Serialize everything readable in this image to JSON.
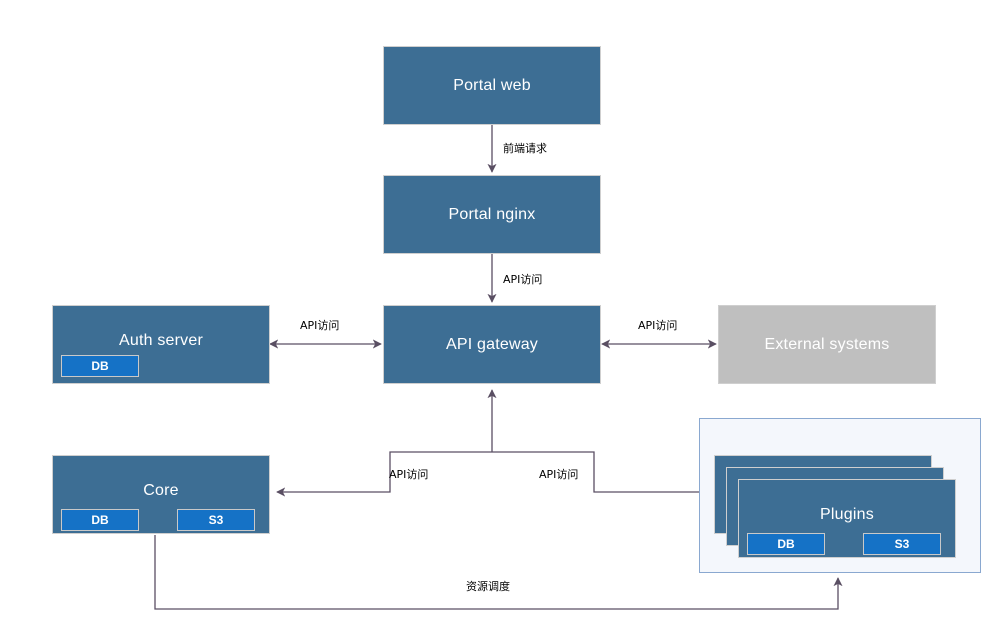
{
  "diagram": {
    "title": "System architecture flow diagram",
    "colors": {
      "node_fill": "#3d6e94",
      "node_border": "#cfcfcf",
      "external_fill": "#bfbfbf",
      "badge_fill": "#1572c6",
      "group_border": "#8aa8d0",
      "group_fill": "#f4f7fc",
      "edge_stroke": "#5a4f63",
      "background": "#ffffff"
    },
    "nodes": [
      {
        "id": "portal_web",
        "label": "Portal web"
      },
      {
        "id": "portal_nginx",
        "label": "Portal nginx"
      },
      {
        "id": "api_gateway",
        "label": "API gateway"
      },
      {
        "id": "auth_server",
        "label": "Auth server"
      },
      {
        "id": "external_systems",
        "label": "External systems"
      },
      {
        "id": "core",
        "label": "Core"
      },
      {
        "id": "plugins",
        "label": "Plugins"
      }
    ],
    "badges": {
      "auth_db": "DB",
      "core_db": "DB",
      "core_s3": "S3",
      "plugins_db": "DB",
      "plugins_s3": "S3"
    },
    "edges": [
      {
        "id": "web_to_nginx",
        "label": "前端请求",
        "from": "portal_web",
        "to": "portal_nginx",
        "direction": "one-way"
      },
      {
        "id": "nginx_to_gateway",
        "label": "API访问",
        "from": "portal_nginx",
        "to": "api_gateway",
        "direction": "one-way"
      },
      {
        "id": "auth_to_gateway",
        "label": "API访问",
        "from": "auth_server",
        "to": "api_gateway",
        "direction": "two-way"
      },
      {
        "id": "gateway_to_external",
        "label": "API访问",
        "from": "api_gateway",
        "to": "external_systems",
        "direction": "two-way"
      },
      {
        "id": "gateway_to_core",
        "label": "API访问",
        "from": "api_gateway",
        "to": "core",
        "direction": "one-way"
      },
      {
        "id": "gateway_to_plugins",
        "label": "API访问",
        "from": "api_gateway",
        "to": "plugins",
        "direction": "one-way"
      },
      {
        "id": "core_to_plugins",
        "label": "资源调度",
        "from": "core",
        "to": "plugins",
        "direction": "one-way"
      }
    ]
  }
}
